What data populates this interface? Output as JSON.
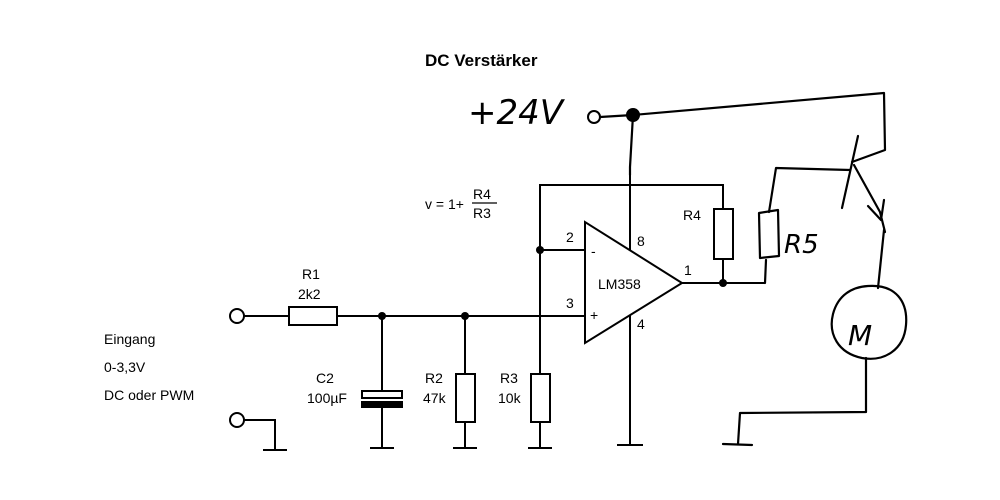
{
  "title": "DC Verstärker",
  "supply": {
    "label": "+24V"
  },
  "formula": {
    "prefix": "v = 1+",
    "numerator": "R4",
    "denominator": "R3"
  },
  "opamp": {
    "name": "LM358",
    "pin_inv": "2",
    "pin_noninv": "3",
    "pin_out": "1",
    "pin_vcc": "8",
    "pin_gnd": "4",
    "sign_minus": "-",
    "sign_plus": "+"
  },
  "components": {
    "r1": {
      "name": "R1",
      "value": "2k2"
    },
    "c2": {
      "name": "C2",
      "value": "100µF"
    },
    "r2": {
      "name": "R2",
      "value": "47k"
    },
    "r3": {
      "name": "R3",
      "value": "10k"
    },
    "r4": {
      "name": "R4"
    },
    "r5": {
      "name": "R5"
    },
    "motor": {
      "name": "M"
    }
  },
  "input": {
    "line1": "Eingang",
    "line2": "0-3,3V",
    "line3": "DC oder PWM"
  }
}
